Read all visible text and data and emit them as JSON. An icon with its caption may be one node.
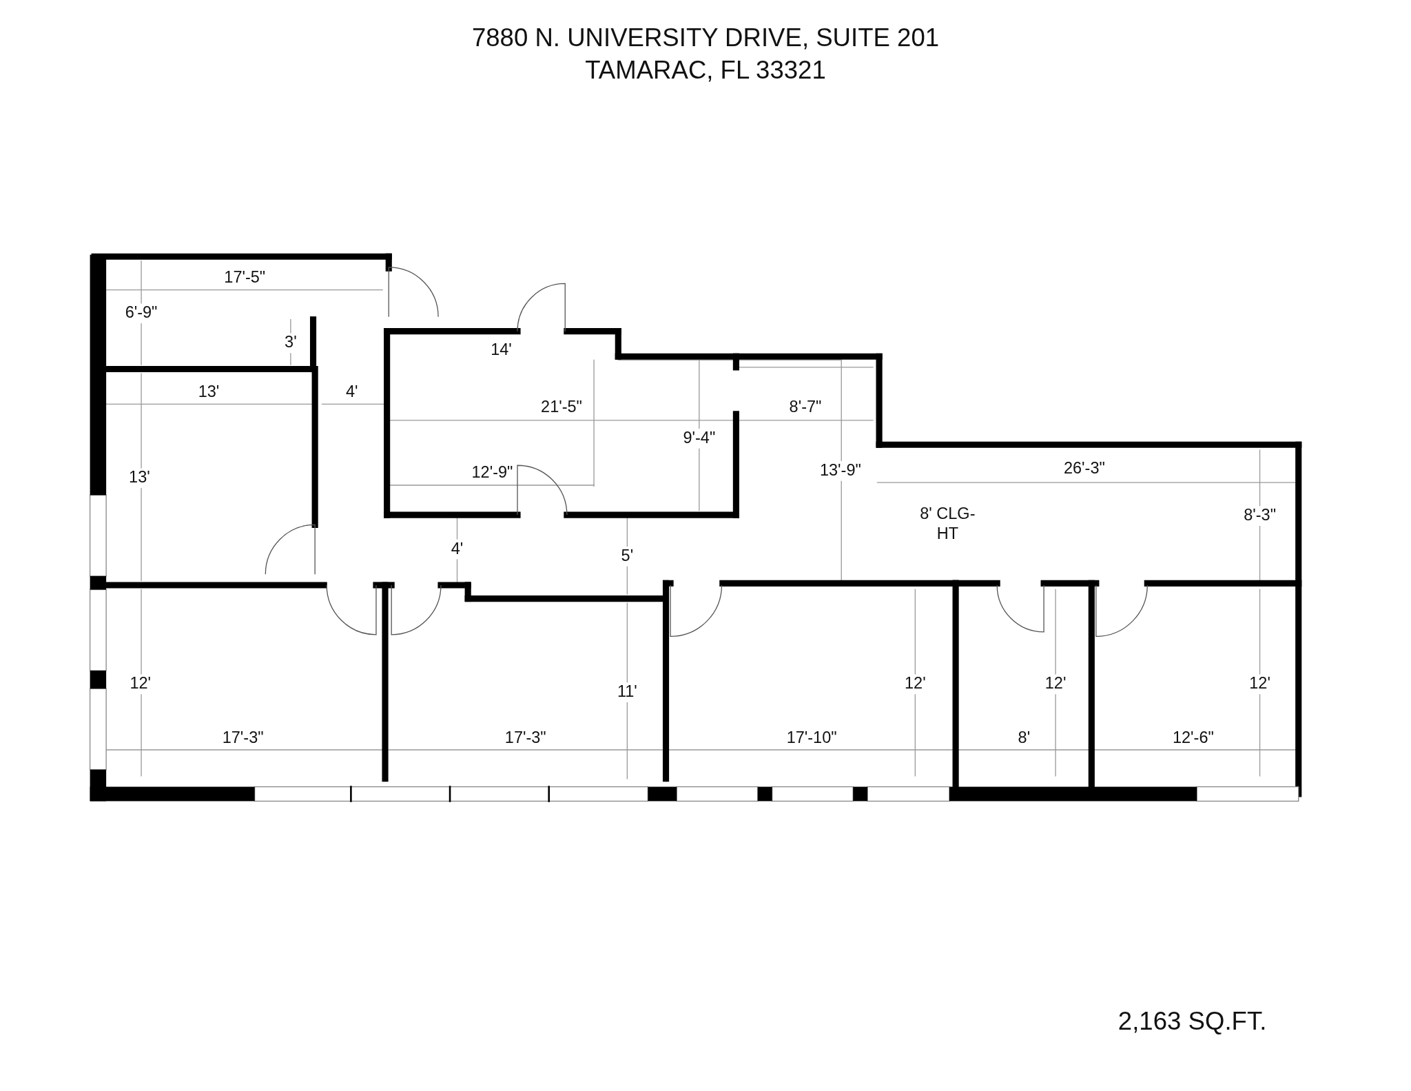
{
  "diagram": {
    "title": "7880 N. UNIVERSITY DRIVE, SUITE 201 TAMARAC, FL 33321",
    "labels": [
      "17'-5\"",
      "6'-9\"",
      "3'",
      "14'",
      "13'",
      "4'",
      "21'-5\"",
      "8'-7\"",
      "9'-4\"",
      "13'",
      "12'-9\"",
      "13'-9\"",
      "26'-3\"",
      "8' CLG-HT",
      "8'-3\"",
      "4'",
      "5'",
      "12'",
      "11'",
      "12'",
      "12'",
      "12'",
      "17'-3\"",
      "17'-3\"",
      "17'-10\"",
      "8'",
      "12'-6\"",
      "2,163 SQ.FT."
    ]
  }
}
